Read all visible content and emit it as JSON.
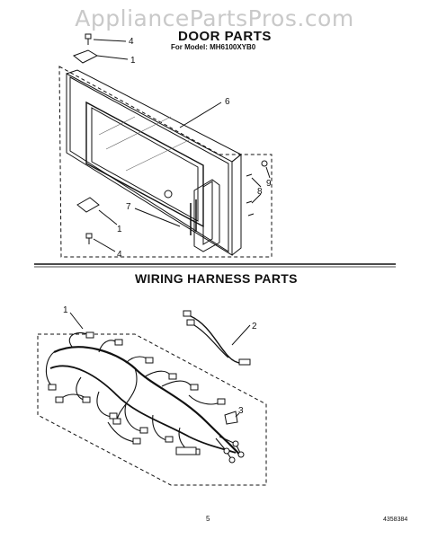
{
  "watermark": "AppliancePartsPros.com",
  "door_section": {
    "title": "DOOR PARTS",
    "model_line": "For Model: MH6100XYB0",
    "callouts": [
      "4",
      "1",
      "6",
      "9",
      "8",
      "7",
      "1",
      "4"
    ]
  },
  "wiring_section": {
    "title": "WIRING HARNESS PARTS",
    "callouts": [
      "1",
      "2",
      "3"
    ]
  },
  "footer": {
    "page_number": "5",
    "document_number": "4358384"
  }
}
